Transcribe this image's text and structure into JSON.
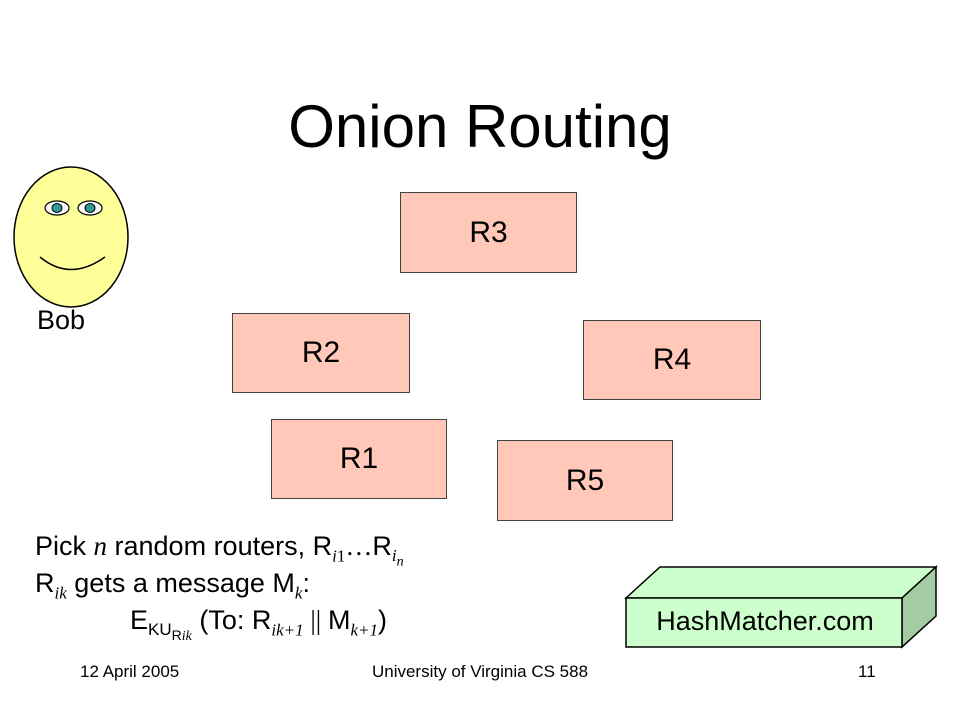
{
  "slide": {
    "title": "Onion Routing",
    "routers": [
      "R3",
      "R2",
      "R4",
      "R1",
      "R5"
    ],
    "bob_label": "Bob",
    "body": {
      "line1_pre": "Pick ",
      "line1_n": "n",
      "line1_mid": " random routers, R",
      "line1_i1": "i",
      "line1_i1_sub": "1",
      "line1_dots": "…",
      "line1_R": "R",
      "line1_in": "i",
      "line1_in_sub": "n",
      "line2_R": "R",
      "line2_ik": "ik",
      "line2_mid": " gets a message M",
      "line2_k": "k",
      "line2_end": ":",
      "line3_E": "E",
      "line3_KU": "KU",
      "line3_R": "R",
      "line3_ik": "ik",
      "line3_to": " (To: R",
      "line3_ik1": "ik+1",
      "line3_sep": " || ",
      "line3_M": "M",
      "line3_k1": "k+1",
      "line3_close": ")"
    },
    "hashmatcher_label": "HashMatcher.com",
    "footer": {
      "date": "12 April 2005",
      "course": "University of Virginia CS 588",
      "page": "11"
    },
    "colors": {
      "router_fill": "#ffc8b8",
      "face_fill": "#ffff99",
      "eye_fill": "#339999",
      "box_fill": "#ccffcc"
    }
  }
}
